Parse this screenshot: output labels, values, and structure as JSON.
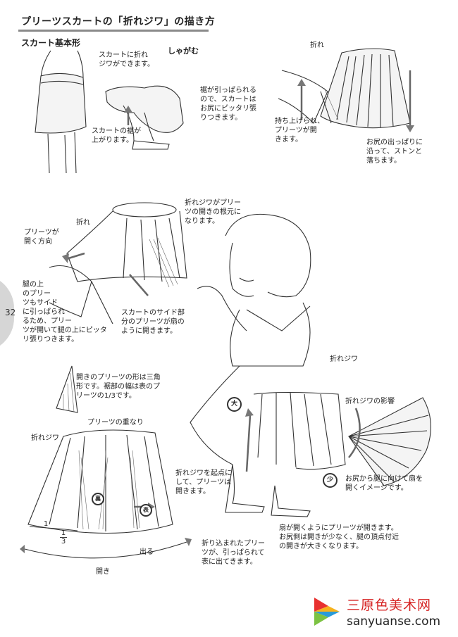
{
  "title": "プリーツスカートの「折れジワ」の描き方",
  "subheading": "スカート基本形",
  "page_number": "32",
  "section1": {
    "crouch_label": "しゃがむ",
    "fold_note": "スカートに折れ\nジワができます。",
    "hem_pulled_note": "裾が引っぱられる\nので、スカートは\nお尻にピッタリ張\nりつきます。",
    "hem_raised_note": "スカートの裾が\n上がります。"
  },
  "section2": {
    "fold_label": "折れ",
    "lifted_note": "持ち上げられ、\nプリーツが開\nきます。",
    "drop_note": "お尻の出っぱりに\n沿って、ストンと\n落ちます。"
  },
  "section3": {
    "fold_label": "折れ",
    "root_note": "折れジワがプリー\nツの開きの根元に\nなります。",
    "open_dir_note": "プリーツが\n開く方向",
    "thigh_note": "腿の上\nのプリー\nツもサイド\nに引っぱられ\nるため、プリー\nツが開いて腿の上にピッタ\nリ張りつきます。",
    "side_note": "スカートのサイド部\n分のプリーツが扇の\nように開きます。"
  },
  "section4": {
    "fold_wrinkle_label": "折れジワ",
    "big_badge": "大",
    "small_badge": "少",
    "fan_effect_label": "折れジワの影響",
    "start_note": "折れジワを起点に\nして、プリーツは\n開きます。",
    "fan_image_note": "お尻から腿に向けて扇を\n開くイメージです。",
    "fan_open_note": "扇が開くようにプリーツが開きます。\nお尻側は開きが少なく、腿の頂点付近\nの開きが大きくなります。"
  },
  "section5": {
    "triangle_note_a": "開きのプリーツの形は三角\n形です。裾部の幅は表のプ\nリーツの",
    "triangle_fraction": "1/3",
    "triangle_note_b": "です。",
    "overlap_label": "プリーツの重なり",
    "fold_wrinkle_label": "折れジワ",
    "back_badge": "裏",
    "front_badge": "表",
    "dim_one": "1",
    "dim_fraction_num": "1",
    "dim_fraction_den": "3",
    "out_label": "出る",
    "open_label": "開き",
    "tucked_note": "折り込まれたプリー\nツが、引っぱられて\n表に出てきます。"
  },
  "watermark": {
    "chinese": "三原色美术网",
    "url": "sanyuanse.com",
    "brand_colors": [
      "#e8312f",
      "#f7b21c",
      "#2a9bd8",
      "#7cc242"
    ]
  }
}
